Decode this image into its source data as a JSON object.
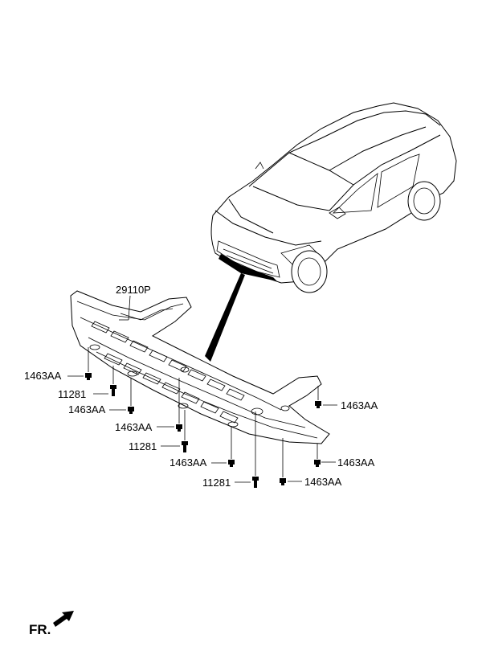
{
  "parts": [
    {
      "id": "p1",
      "code": "29110P"
    },
    {
      "id": "p2",
      "code": "1463AA"
    },
    {
      "id": "p3",
      "code": "11281"
    },
    {
      "id": "p4",
      "code": "1463AA"
    },
    {
      "id": "p5",
      "code": "1463AA"
    },
    {
      "id": "p6",
      "code": "11281"
    },
    {
      "id": "p7",
      "code": "1463AA"
    },
    {
      "id": "p8",
      "code": "11281"
    },
    {
      "id": "p9",
      "code": "1463AA"
    },
    {
      "id": "p10",
      "code": "1463AA"
    },
    {
      "id": "p11",
      "code": "1463AA"
    }
  ],
  "direction": {
    "label": "FR."
  },
  "icons": {
    "direction_arrow": "arrow-down-left-icon",
    "vehicle": "sedan-car-icon",
    "fastener": "bolt-icon"
  }
}
